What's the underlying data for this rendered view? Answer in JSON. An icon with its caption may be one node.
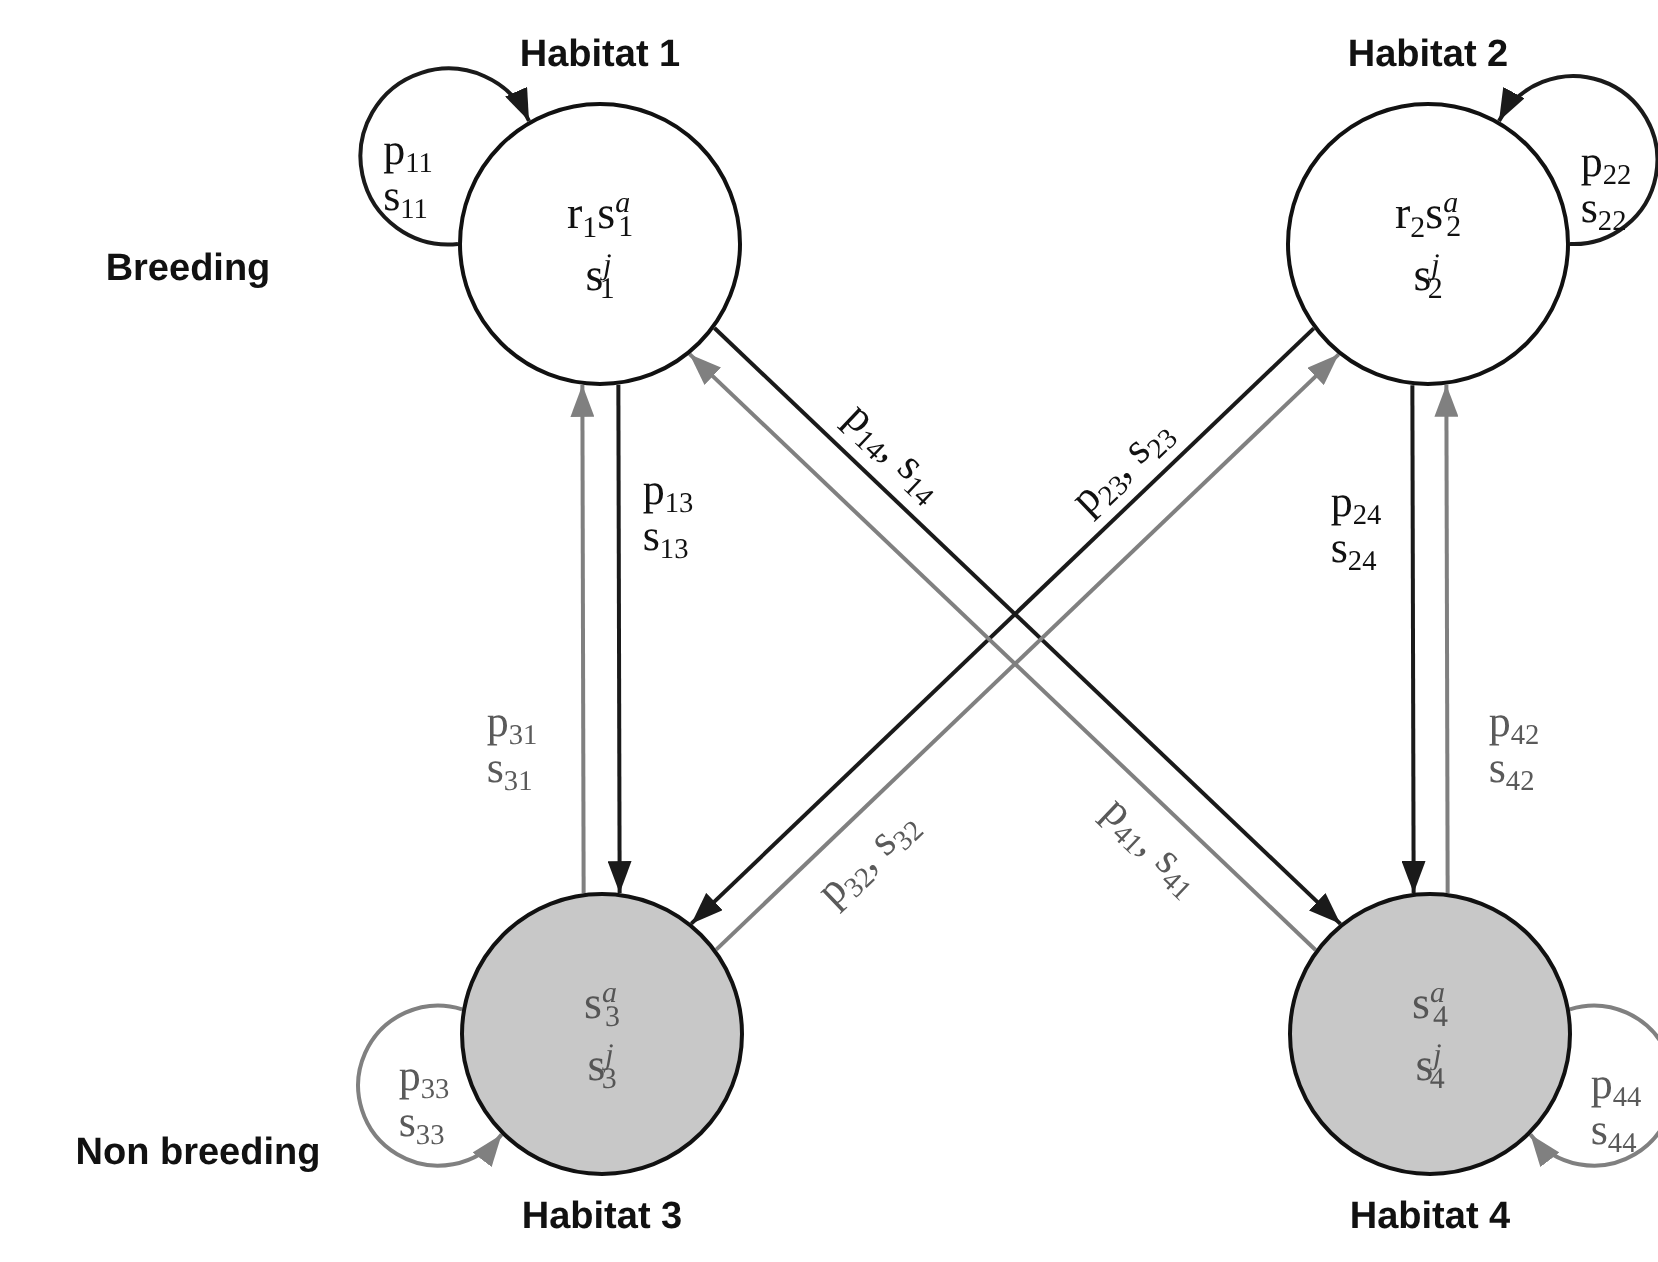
{
  "diagram": {
    "nodes": [
      {
        "text": [
          "Habitat 1",
          "r$_{1}$s$^{a}$$_{1}$",
          "s$^{j}$$_{1}$"
        ]
      },
      {
        "text": [
          "Habitat 2",
          "r$_{2}$s$^{a}$$_{2}$",
          "s$^{j}$$_{2}$"
        ]
      },
      {
        "text": [
          "s$^{a}$$_{3}$",
          "s$^{j}$$_{3}$",
          "Habitat 3"
        ]
      },
      {
        "text": [
          "s$^{a}$$_{4}$",
          "s$^{j}$$_{4}$",
          "Habitat 4"
        ]
      }
    ],
    "edges": [
      {
        "from": 0,
        "to": 0,
        "arrow": "to",
        "label": "p$_{11}$ s$_{11}$"
      },
      {
        "from": 1,
        "to": 1,
        "arrow": "to",
        "label": "p$_{22}$ s$_{22}$"
      },
      {
        "from": 0,
        "to": 3,
        "arrow": "to",
        "label": "p$_{14}$, s$_{14}$"
      },
      {
        "from": 0,
        "to": 2,
        "arrow": "to",
        "label": "p$_{13}$ s$_{13}$"
      },
      {
        "from": 1,
        "to": 2,
        "arrow": "to",
        "label": "p$_{23}$, s$_{23}$"
      },
      {
        "from": 1,
        "to": 3,
        "arrow": "to",
        "label": "p$_{24}$ s$_{24}$"
      },
      {
        "from": 2,
        "to": 0,
        "arrow": "to",
        "label": "p$_{31}$ s$_{31}$",
        "color": "#808080"
      },
      {
        "from": 3,
        "to": 1,
        "arrow": "to",
        "label": "p$_{42}$ s$_{42}$",
        "color": "#808080"
      },
      {
        "from": 2,
        "to": 1,
        "arrow": "to",
        "label": "p$_{32}$, s$_{32}$",
        "color": "#808080"
      },
      {
        "from": 3,
        "to": 0,
        "arrow": "to",
        "label": "p$_{41}$, s$_{41}$",
        "color": "#808080"
      },
      {
        "from": 2,
        "to": 2,
        "arrow": "to",
        "label": "p$_{33}$ s$_{33}$",
        "color": "#808080"
      },
      {
        "from": 3,
        "to": 3,
        "arrow": "to",
        "label": "p$_{44}$ s$_{44}$",
        "color": "#808080"
      }
    ],
    "labels": [
      "Breeding",
      "Non breeding"
    ]
  }
}
